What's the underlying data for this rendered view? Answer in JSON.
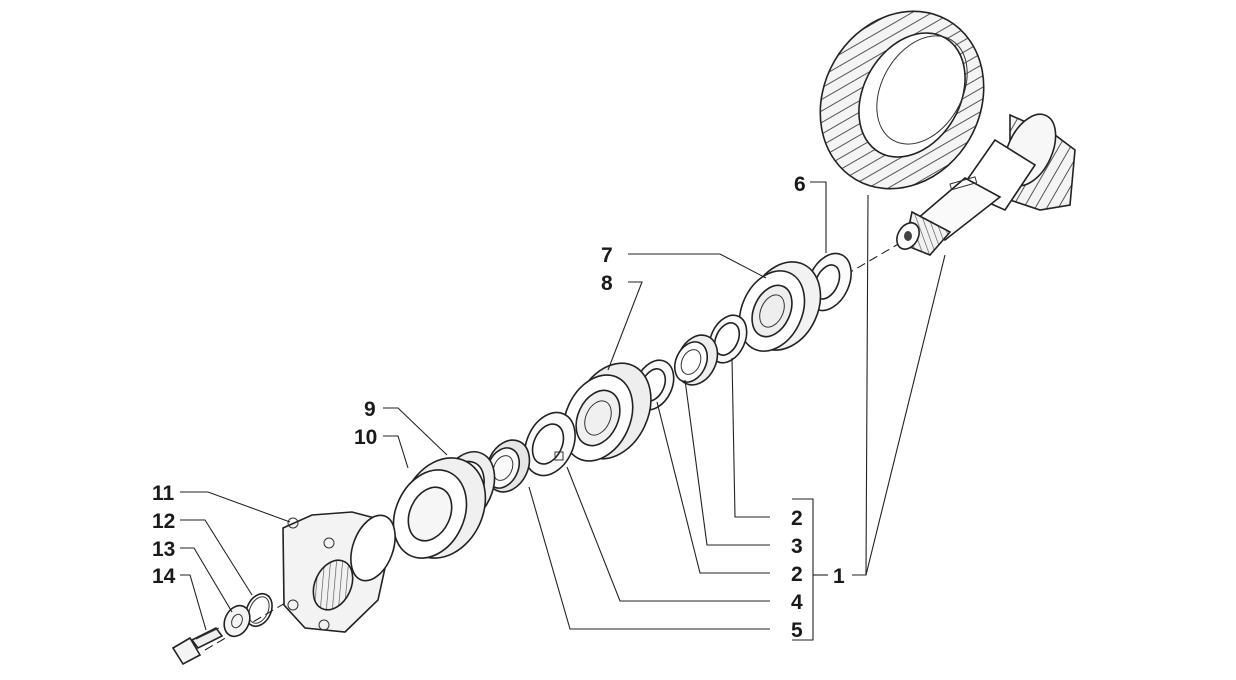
{
  "labels": {
    "p1": "1",
    "p2a": "2",
    "p3": "3",
    "p2b": "2",
    "p4": "4",
    "p5": "5",
    "p6": "6",
    "p7": "7",
    "p8": "8",
    "p9": "9",
    "p10": "10",
    "p11": "11",
    "p12": "12",
    "p13": "13",
    "p14": "14"
  }
}
